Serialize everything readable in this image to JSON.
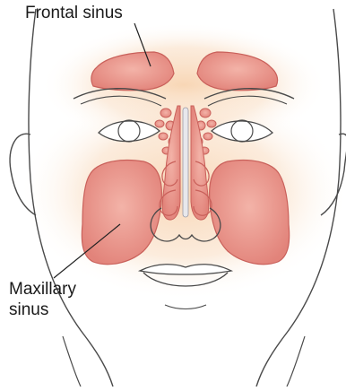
{
  "labels": {
    "frontal_sinus": "Frontal sinus",
    "maxillary_line1": "Maxillary",
    "maxillary_line2": "sinus"
  },
  "colors": {
    "outline": "#4a4a4a",
    "sinus_fill": "#e98a82",
    "sinus_edge": "#c9605a",
    "glow": "#f7cfa8",
    "skin": "#ffffff",
    "septum": "#e8e8ec"
  }
}
